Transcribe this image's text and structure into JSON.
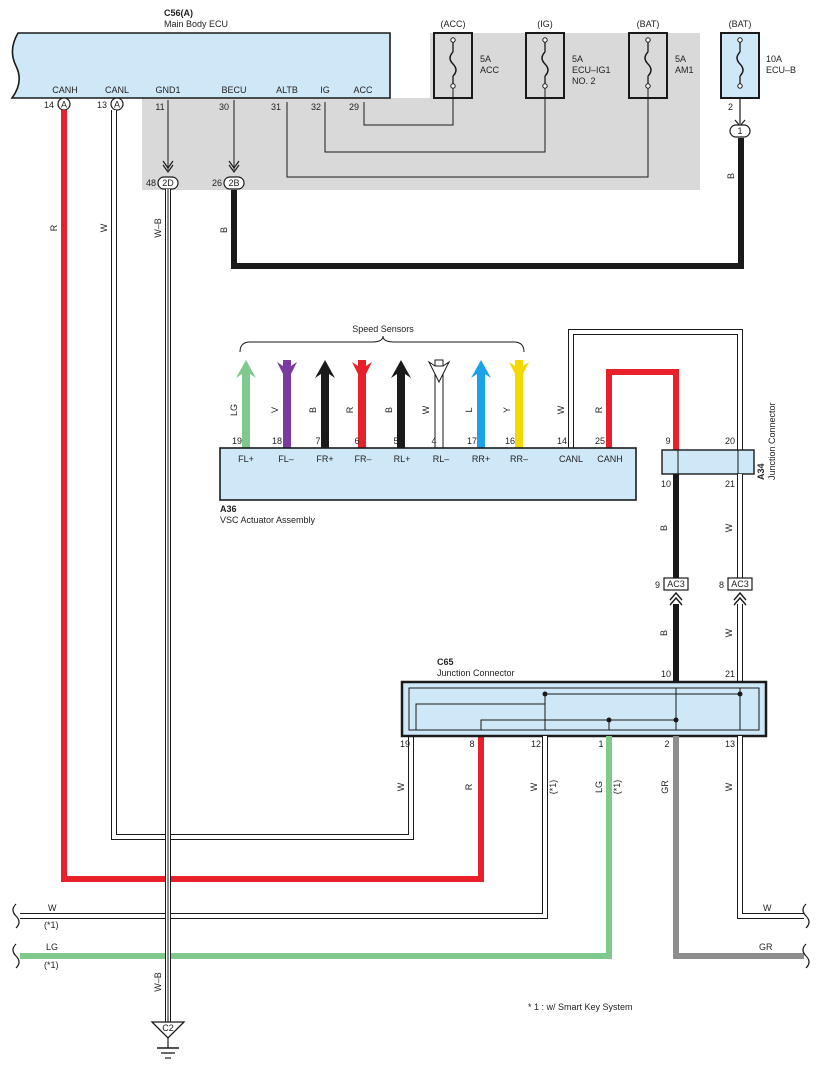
{
  "ecu": {
    "code": "C56(A)",
    "name": "Main Body ECU",
    "pins": [
      {
        "num": "14",
        "name": "CANH",
        "conn": "A"
      },
      {
        "num": "13",
        "name": "CANL",
        "conn": "A"
      },
      {
        "num": "11",
        "name": "GND1"
      },
      {
        "num": "30",
        "name": "BECU"
      },
      {
        "num": "31",
        "name": "ALTB"
      },
      {
        "num": "32",
        "name": "IG"
      },
      {
        "num": "29",
        "name": "ACC"
      }
    ],
    "grounds": [
      {
        "num": "48",
        "conn": "2D"
      },
      {
        "num": "26",
        "conn": "2B"
      }
    ]
  },
  "fuses": [
    {
      "source": "(ACC)",
      "rating": "5A",
      "name": "ACC"
    },
    {
      "source": "(IG)",
      "rating": "5A",
      "name": "ECU–IG1",
      "name2": "NO. 2"
    },
    {
      "source": "(BAT)",
      "rating": "5A",
      "name": "AM1"
    },
    {
      "source": "(BAT)",
      "rating": "10A",
      "name": "ECU–B",
      "pin": "2",
      "conn": "1"
    }
  ],
  "speed_sensors_label": "Speed Sensors",
  "vsc": {
    "code": "A36",
    "name": "VSC Actuator Assembly",
    "pins": [
      {
        "num": "19",
        "name": "FL+",
        "wire": "LG",
        "color": "#7fc98f"
      },
      {
        "num": "18",
        "name": "FL–",
        "wire": "V",
        "color": "#7b3aa0"
      },
      {
        "num": "7",
        "name": "FR+",
        "wire": "B",
        "color": "#1a1a1a"
      },
      {
        "num": "6",
        "name": "FR–",
        "wire": "R",
        "color": "#e8202a"
      },
      {
        "num": "5",
        "name": "RL+",
        "wire": "B",
        "color": "#1a1a1a"
      },
      {
        "num": "4",
        "name": "RL–",
        "wire": "W",
        "color": "#ffffff"
      },
      {
        "num": "17",
        "name": "RR+",
        "wire": "L",
        "color": "#1aa3e8"
      },
      {
        "num": "16",
        "name": "RR–",
        "wire": "Y",
        "color": "#f5d800"
      },
      {
        "num": "14",
        "name": "CANL",
        "wire": "W"
      },
      {
        "num": "25",
        "name": "CANH",
        "wire": "R"
      }
    ]
  },
  "a34": {
    "code": "A34",
    "name": "Junction Connector",
    "pins": [
      "9",
      "20",
      "10",
      "21"
    ]
  },
  "ac3": [
    {
      "num": "9",
      "conn": "AC3",
      "wire": "B"
    },
    {
      "num": "8",
      "conn": "AC3",
      "wire": "W"
    }
  ],
  "c65": {
    "code": "C65",
    "name": "Junction Connector",
    "top_pins": [
      "10",
      "21"
    ],
    "bottom_pins": [
      {
        "num": "19",
        "wire": "W"
      },
      {
        "num": "8",
        "wire": "R"
      },
      {
        "num": "12",
        "wire": "W",
        "note": "(*1)"
      },
      {
        "num": "1",
        "wire": "LG",
        "note": "(*1)"
      },
      {
        "num": "2",
        "wire": "GR"
      },
      {
        "num": "13",
        "wire": "W"
      }
    ]
  },
  "wire_labels": {
    "canh": "R",
    "canl": "W",
    "gnd": "W–B",
    "becu": "B",
    "ecub": "B",
    "vsc_canl": "W",
    "vsc_canh": "R",
    "a34_10": "B",
    "a34_21": "W",
    "left_w": "W",
    "left_w_note": "(*1)",
    "left_lg": "LG",
    "left_lg_note": "(*1)",
    "right_w": "W",
    "right_gr": "GR",
    "gnd_bottom": "W–B"
  },
  "ground": {
    "code": "C2"
  },
  "footnote": "* 1 : w/ Smart Key System",
  "colors": {
    "connector_fill": "#cfe8f7",
    "shade": "#d9d9d9",
    "red": "#e8202a",
    "black": "#1a1a1a",
    "green": "#7fc98f",
    "grey": "#8e8e8e"
  }
}
